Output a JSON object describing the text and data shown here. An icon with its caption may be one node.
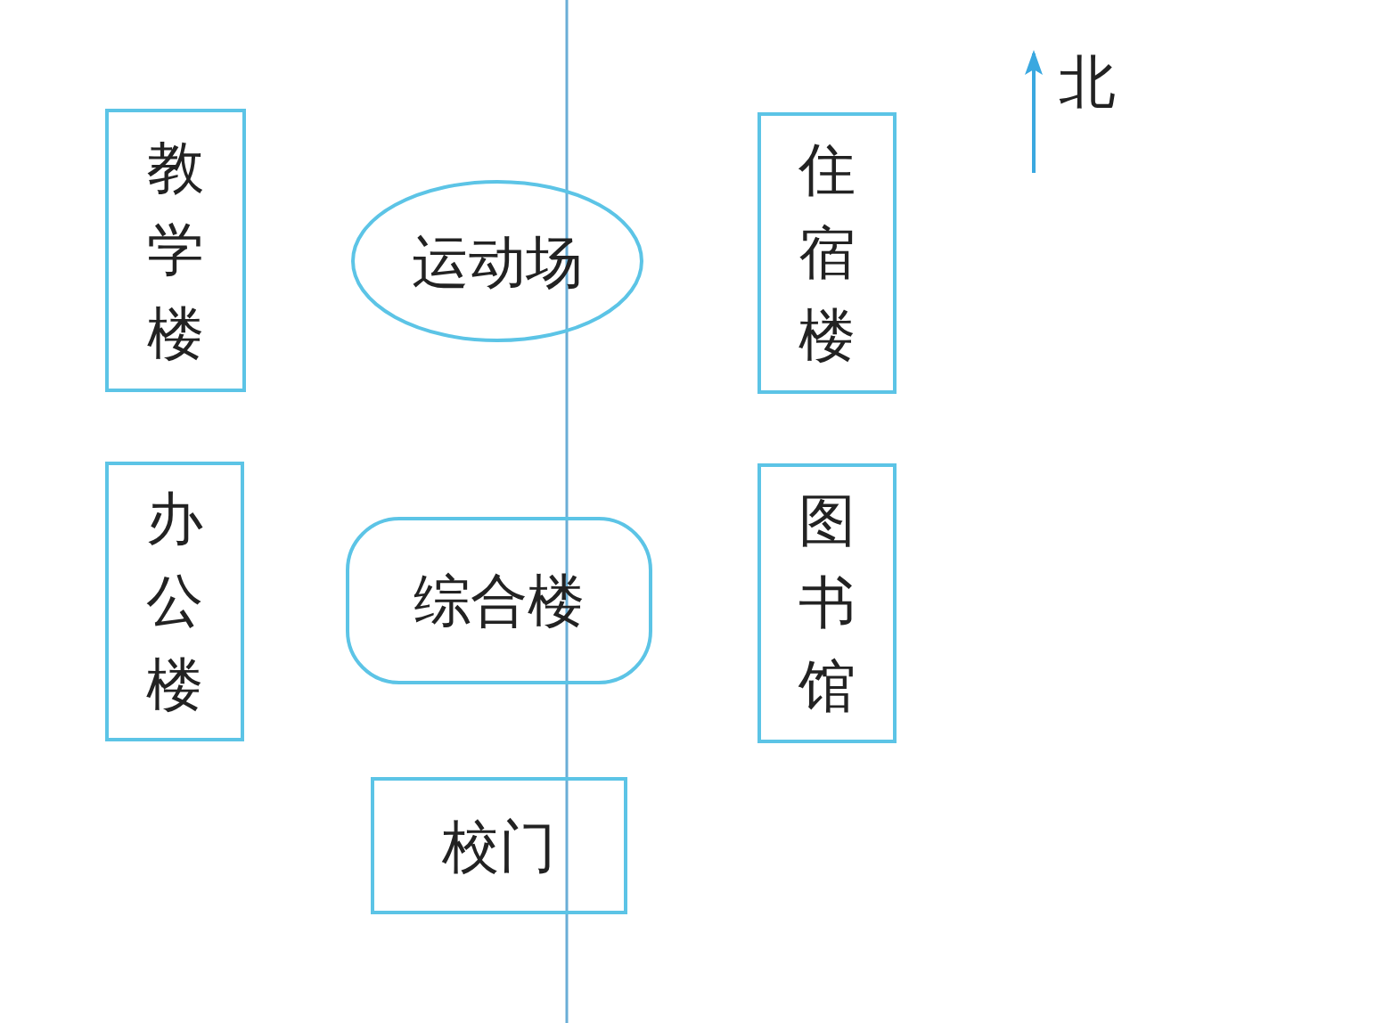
{
  "diagram": {
    "nodes": [
      {
        "text": [
          "教学楼"
        ]
      },
      {
        "text": [
          "运动场"
        ]
      },
      {
        "text": [
          "住宿楼"
        ]
      },
      {
        "text": [
          "办公楼"
        ]
      },
      {
        "text": [
          "综合楼"
        ]
      },
      {
        "text": [
          "图书馆"
        ]
      },
      {
        "text": [
          "校门"
        ]
      }
    ],
    "labels": [
      "北"
    ]
  }
}
